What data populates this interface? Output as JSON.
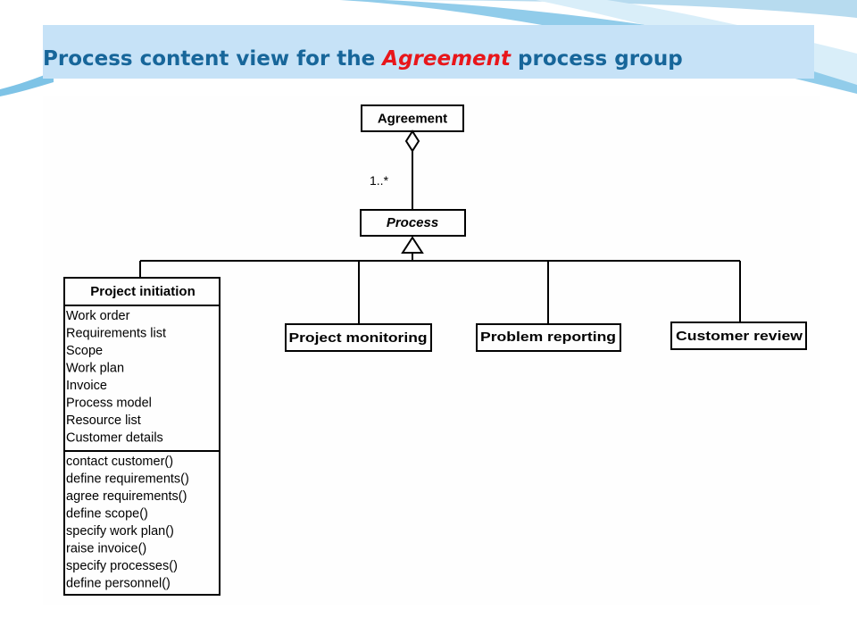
{
  "slide": {
    "title_prefix": "Process content view for the ",
    "title_highlight": "Agreement",
    "title_suffix": " process group",
    "colors": {
      "title_text": "#17669a",
      "title_highlight": "#e8161b",
      "title_bar": "#c6e2f7"
    }
  },
  "diagram": {
    "agreement": "Agreement",
    "multiplicity": "1..*",
    "process": "Process",
    "project_initiation": {
      "name": "Project initiation",
      "attributes": [
        "Work order",
        "Requirements list",
        "Scope",
        "Work plan",
        "Invoice",
        "Process model",
        "Resource list",
        "Customer details"
      ],
      "operations": [
        "contact customer()",
        "define requirements()",
        "agree requirements()",
        "define scope()",
        "specify work plan()",
        "raise invoice()",
        "specify processes()",
        "define personnel()"
      ]
    },
    "project_monitoring": "Project monitoring",
    "problem_reporting": "Problem reporting",
    "customer_review": "Customer review"
  }
}
